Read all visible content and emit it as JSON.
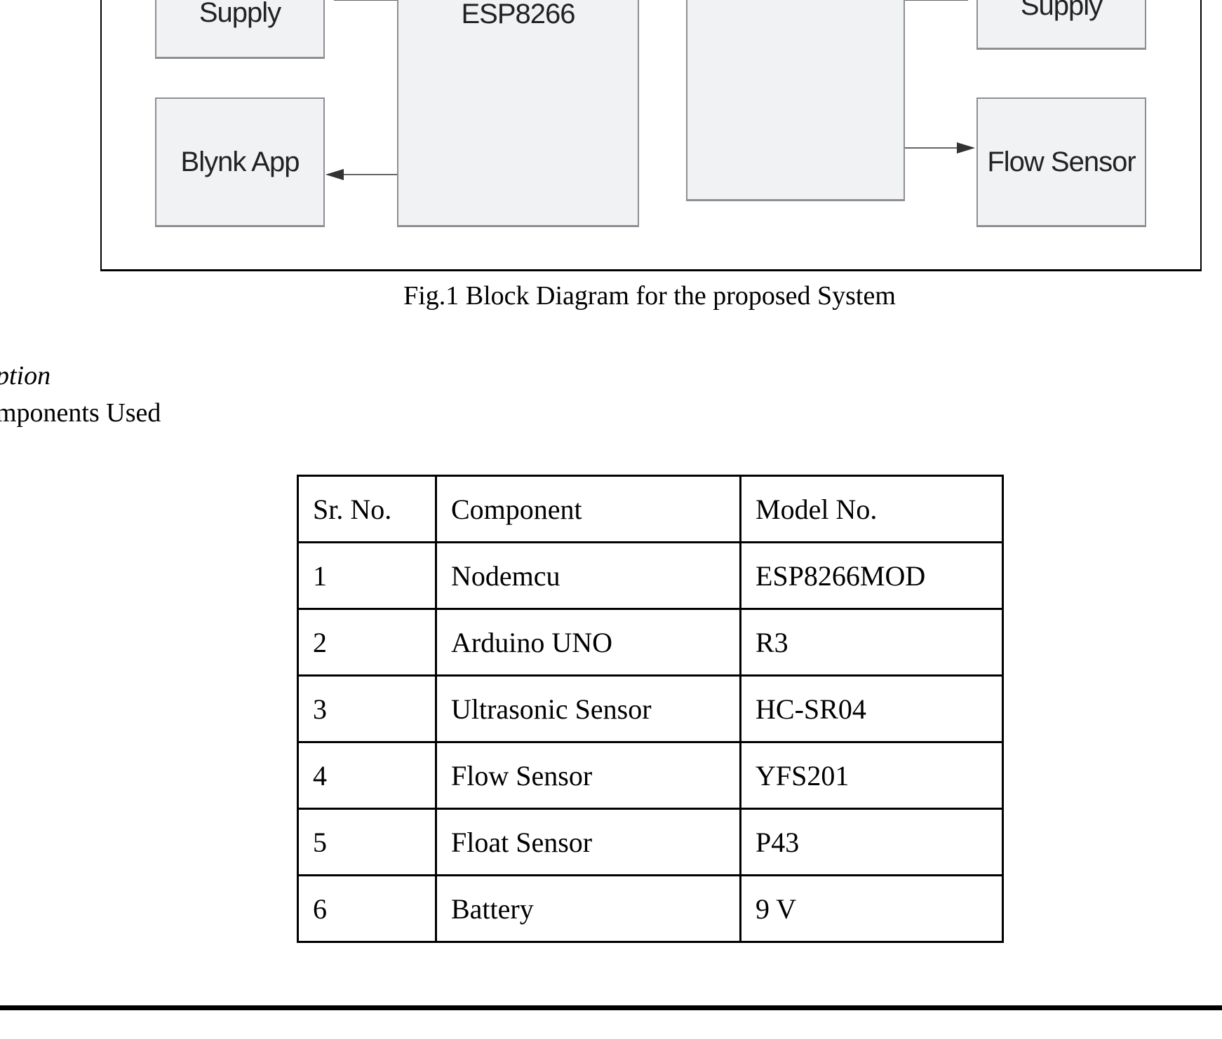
{
  "diagram": {
    "blocks": {
      "supply_left": "Supply",
      "esp": "ESP8266",
      "supply_right": "Supply",
      "blynk": "Blynk App",
      "flow": "Flow Sensor"
    },
    "caption": "Fig.1 Block Diagram for the proposed System"
  },
  "section": {
    "heading_fragment": "ption",
    "subheading_fragment": "mponents Used"
  },
  "table": {
    "headers": [
      "Sr. No.",
      "Component",
      "Model No."
    ],
    "rows": [
      [
        "1",
        "Nodemcu",
        "ESP8266MOD"
      ],
      [
        "2",
        "Arduino UNO",
        "R3"
      ],
      [
        "3",
        "Ultrasonic Sensor",
        "HC-SR04"
      ],
      [
        "4",
        "Flow Sensor",
        "YFS201"
      ],
      [
        "5",
        "Float Sensor",
        "P43"
      ],
      [
        "6",
        "Battery",
        "9 V"
      ]
    ]
  }
}
